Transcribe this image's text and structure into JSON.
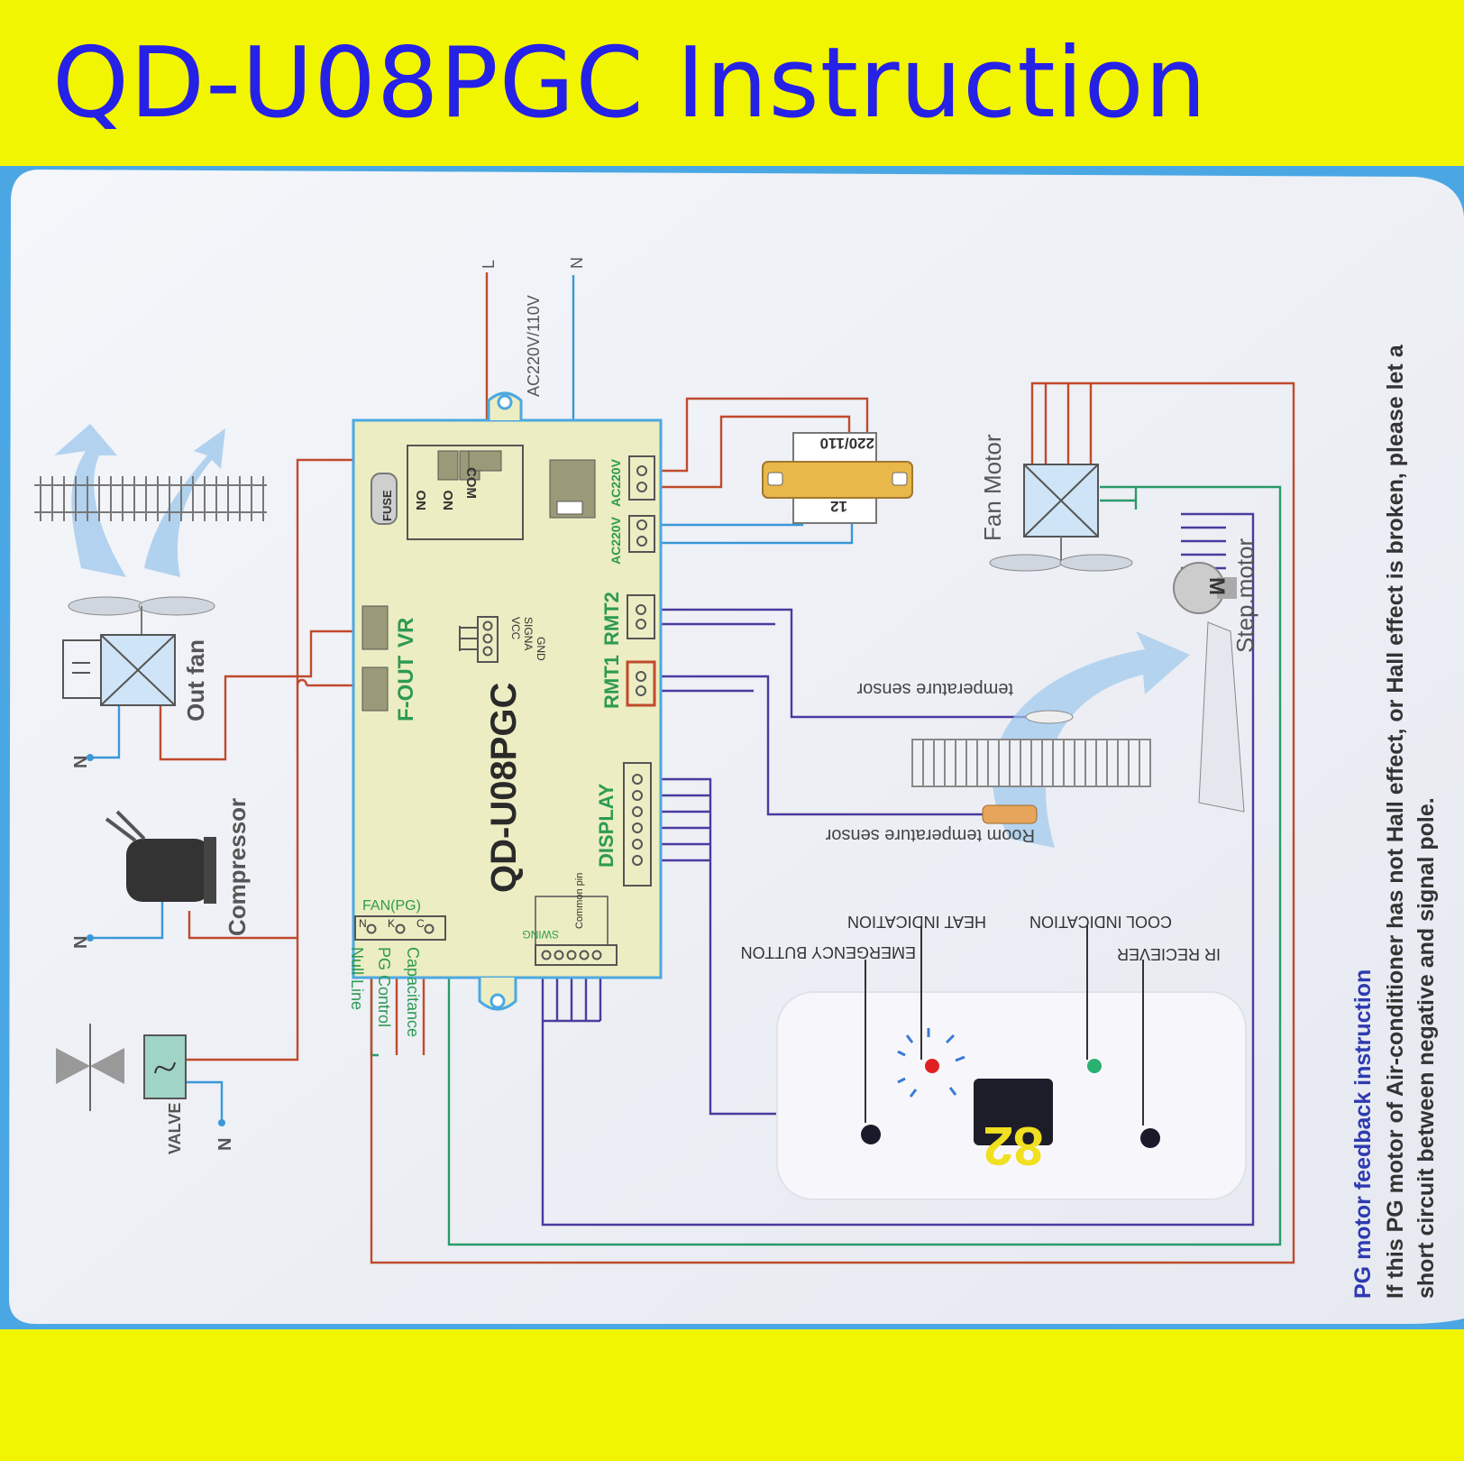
{
  "header": {
    "title": "QD-U08PGC   Instruction"
  },
  "colors": {
    "background": "#f2f500",
    "title": "#2621e6",
    "board": "#ecedc2",
    "board_border": "#4ca8e0",
    "wire_red": "#c04a2c",
    "wire_blue": "#3a98d8",
    "wire_purple": "#4b3aa0",
    "wire_green": "#2a9a6a",
    "label_green": "#2d9a52",
    "note_blue": "#2e3ab0"
  },
  "power": {
    "l_label": "L",
    "n_label": "N",
    "voltage": "AC220V/110V"
  },
  "board": {
    "model": "QD-U08PGC",
    "fuse": "FUSE",
    "relay_no_1": "NO",
    "relay_no_2": "NO",
    "relay_com": "COM",
    "f_out": "F-OUT",
    "vr": "VR",
    "signal_pins": {
      "vcc": "VCC",
      "signal": "SIGNA",
      "gnd": "GND"
    },
    "rmt1": "RMT1",
    "rmt2": "RMT2",
    "ac220v_1": "AC220V",
    "ac220v_2": "AC220V",
    "display": "DISPLAY",
    "fan_pg": "FAN(PG)",
    "fan_pins": {
      "n": "N",
      "k": "K",
      "c": "C"
    },
    "swing": "SWING",
    "common_pin": "Common pin"
  },
  "transformer": {
    "primary": "220/110",
    "secondary": "12"
  },
  "components": {
    "out_fan": "Out fan",
    "compressor": "Compressor",
    "valve": "VALVE",
    "n_1": "N",
    "n_2": "N",
    "n_3": "N",
    "fan_motor": "Fan Motor",
    "step_motor": "Step.motor",
    "step_motor_symbol": "M",
    "temperature_sensor": "temperature sensor",
    "room_temperature_sensor": "Room temperature sensor"
  },
  "fan_wires": {
    "null_line": "Null Line",
    "pg_control": "PG Control",
    "capacitance": "Capacitance"
  },
  "display_panel": {
    "digits": "82",
    "emergency_button": "EMERGENCY BUTTON",
    "heat_indication": "HEAT INDICATION",
    "cool_indication": "COOL INDICATION",
    "ir_receiver": "IR RECIEVER"
  },
  "note": {
    "heading": "PG motor feedback instruction",
    "line1": "If this PG motor of Air-conditioner has not Hall effect, or Hall effect  is broken, please let a",
    "line2": "short circuit between negative and signal pole."
  }
}
